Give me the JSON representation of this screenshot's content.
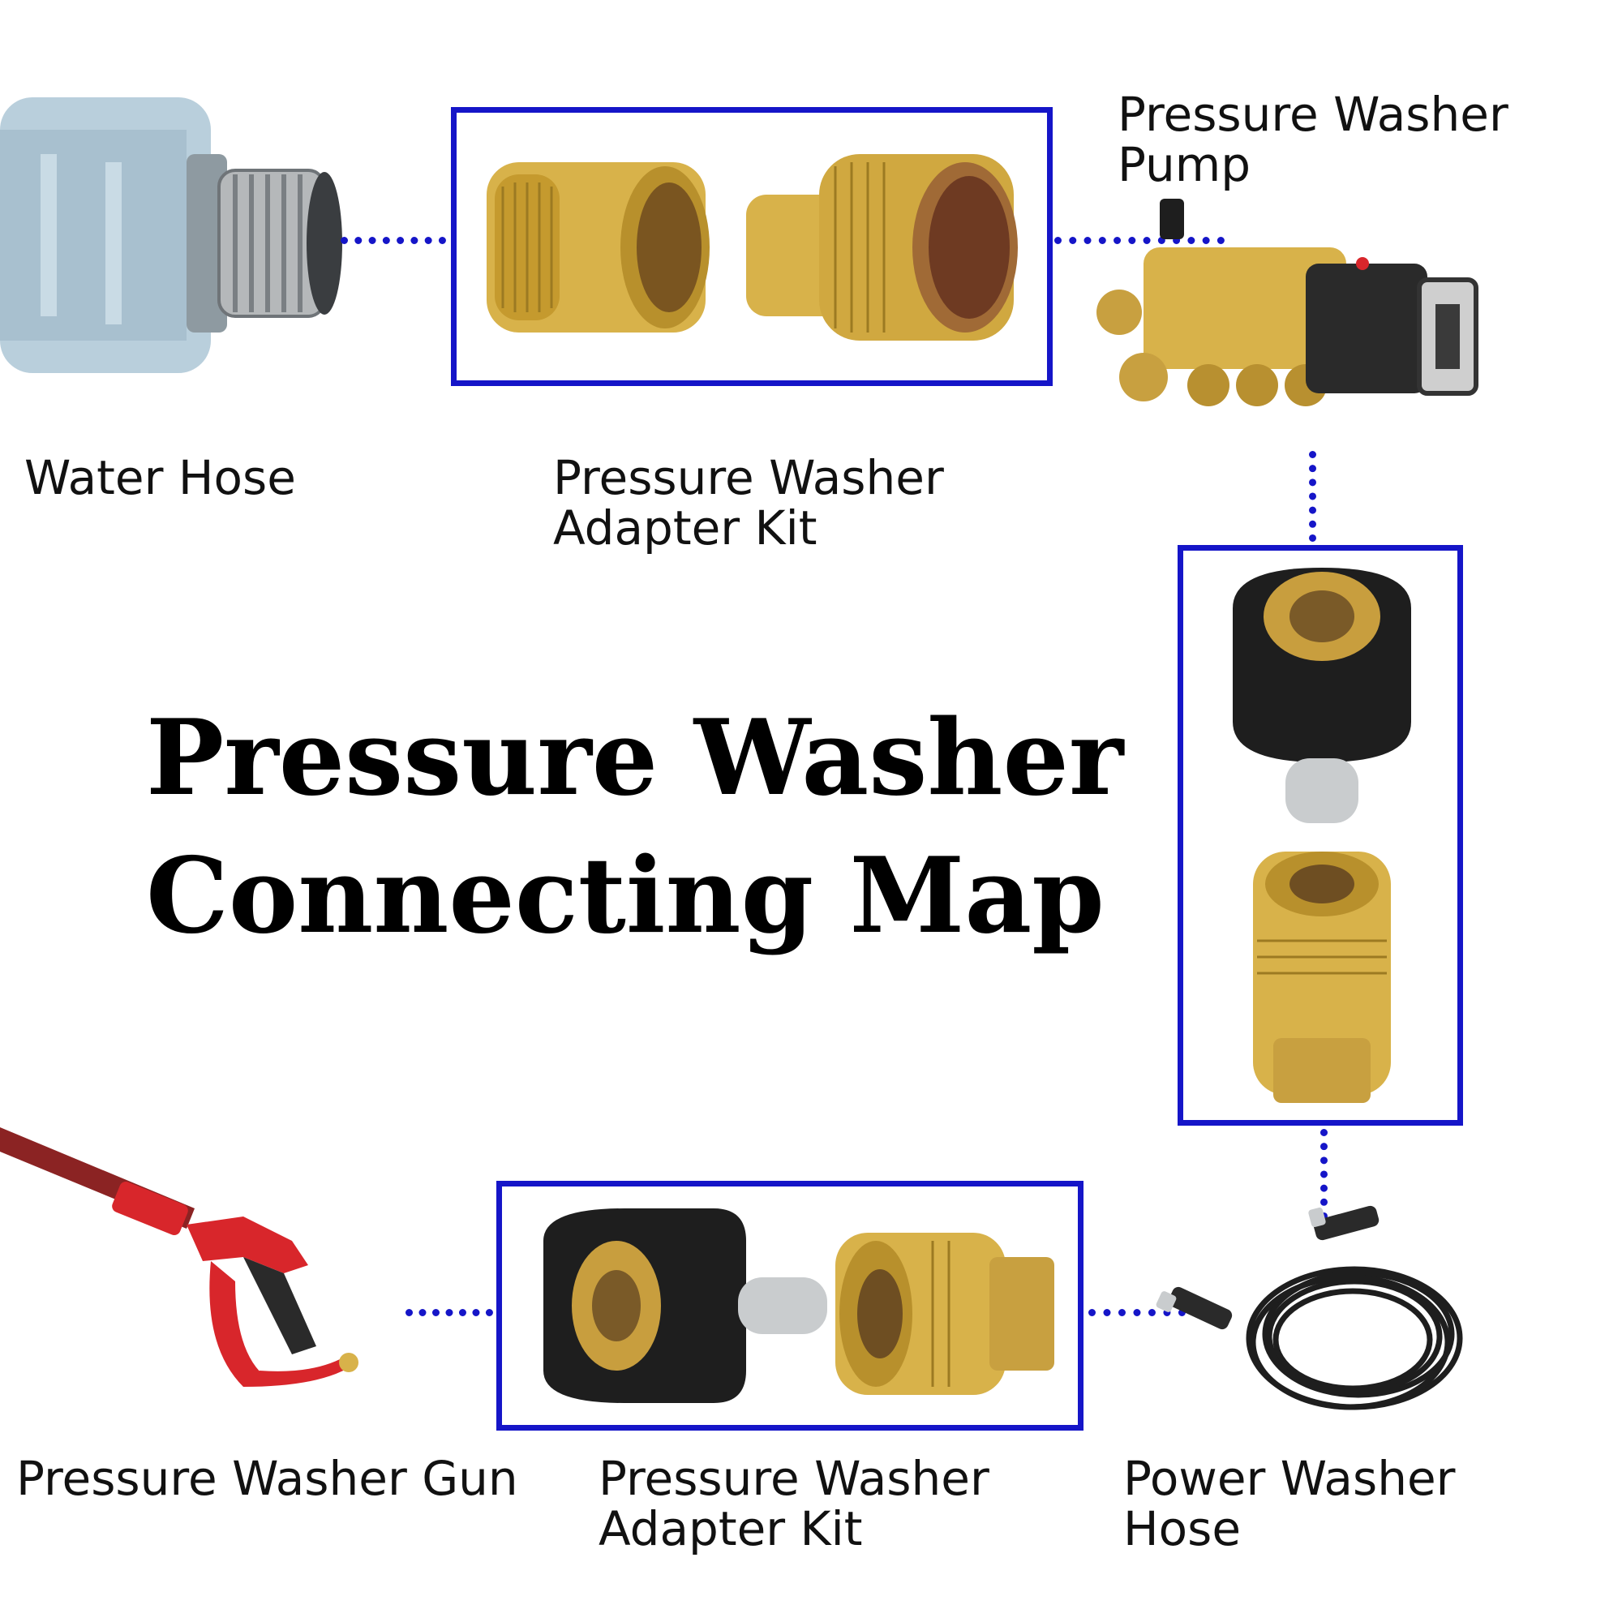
{
  "title": {
    "line1": "Pressure Washer",
    "line2": "Connecting Map"
  },
  "components": {
    "water_hose": "Water Hose",
    "adapter_kit_top": "Pressure Washer\nAdapter Kit",
    "pump": "Pressure Washer\nPump",
    "gun": "Pressure Washer Gun",
    "adapter_kit_bottom": "Pressure Washer\nAdapter Kit",
    "power_hose": "Power Washer\nHose"
  },
  "connections": [
    [
      "water_hose",
      "adapter_kit_top"
    ],
    [
      "adapter_kit_top",
      "pump"
    ],
    [
      "pump",
      "adapter_kit_right"
    ],
    [
      "adapter_kit_right",
      "power_hose"
    ],
    [
      "power_hose",
      "adapter_kit_bottom"
    ],
    [
      "adapter_kit_bottom",
      "gun"
    ]
  ],
  "colors": {
    "connector": "#1515c8",
    "brass": "#d8b24a",
    "rubber": "#1e1e1e",
    "gun_red": "#d8262b",
    "water_hose_body": "#b9cfdc"
  }
}
